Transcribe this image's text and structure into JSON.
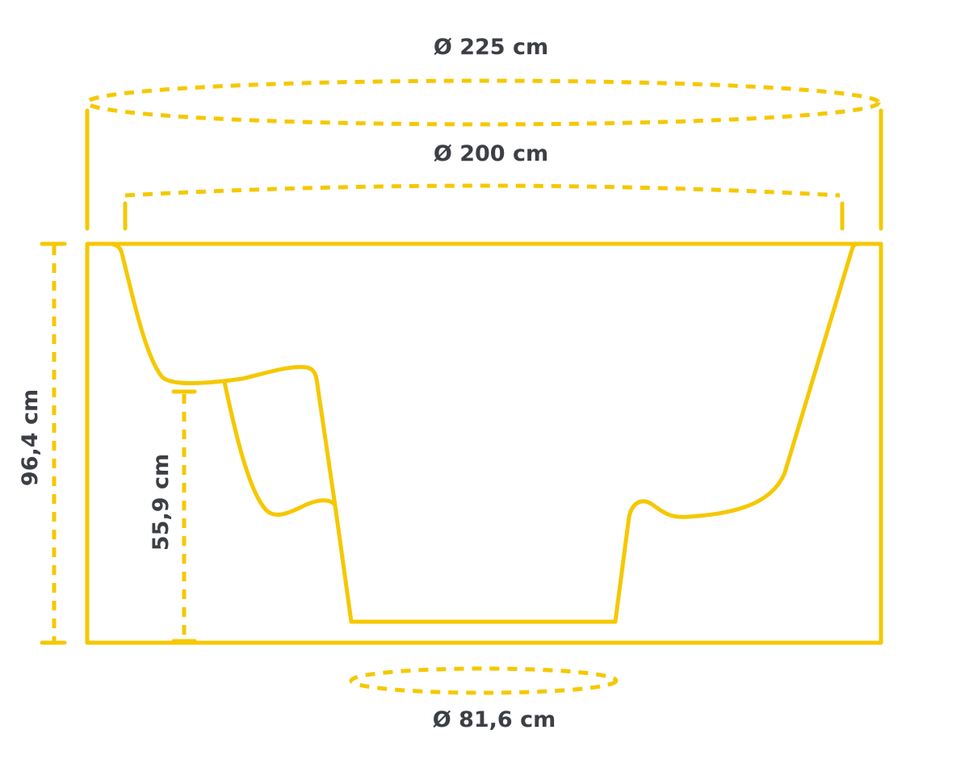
{
  "dimensions": {
    "outer_diameter": "Ø 225 cm",
    "inner_diameter": "Ø 200 cm",
    "bottom_diameter": "Ø 81,6 cm",
    "total_height": "96,4 cm",
    "seat_height": "55,9 cm"
  },
  "colors": {
    "stroke": "#f5c800",
    "text": "#3c3f44"
  }
}
